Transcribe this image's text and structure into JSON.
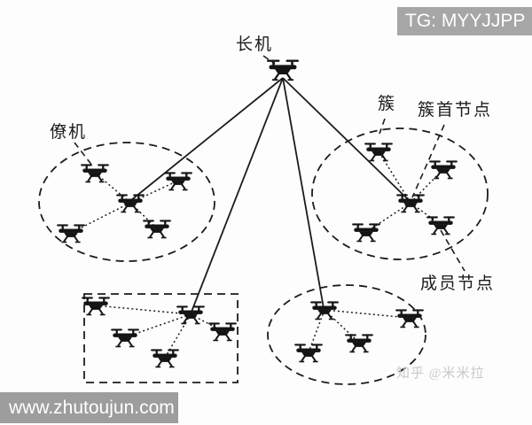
{
  "labels": {
    "leader": "长机",
    "wingman": "僚机",
    "cluster": "簇",
    "cluster_head": "簇首节点",
    "member_node": "成员节点"
  },
  "watermarks": {
    "telegram": "TG: MYYJJPP",
    "website": "www.zhutoujun.com",
    "zhihu_credit": "知乎 @米米拉"
  },
  "colors": {
    "line": "#1c1c1c",
    "drone_fill": "#141414",
    "label_text": "#1c1c1c",
    "watermark_box_bg": "#a6a6a6",
    "watermark_box_text": "#ffffff",
    "zhihu_text": "#c8c8c8",
    "background": "#fdfdfd"
  },
  "network": {
    "leader_drones": 1,
    "clusters": [
      {
        "position": "left",
        "boundary": "dashed-ellipse",
        "drone_count": 5,
        "head_links_to_leader": true
      },
      {
        "position": "right",
        "boundary": "dashed-ellipse",
        "drone_count": 5,
        "head_links_to_leader": true
      },
      {
        "position": "bottom-left",
        "boundary": "dashed-rectangle",
        "drone_count": 5,
        "head_links_to_leader": true
      },
      {
        "position": "bottom-right",
        "boundary": "dashed-ellipse",
        "drone_count": 4,
        "head_links_to_leader": true
      }
    ],
    "intra_cluster_link_style": "dotted",
    "leader_link_style": "solid"
  }
}
